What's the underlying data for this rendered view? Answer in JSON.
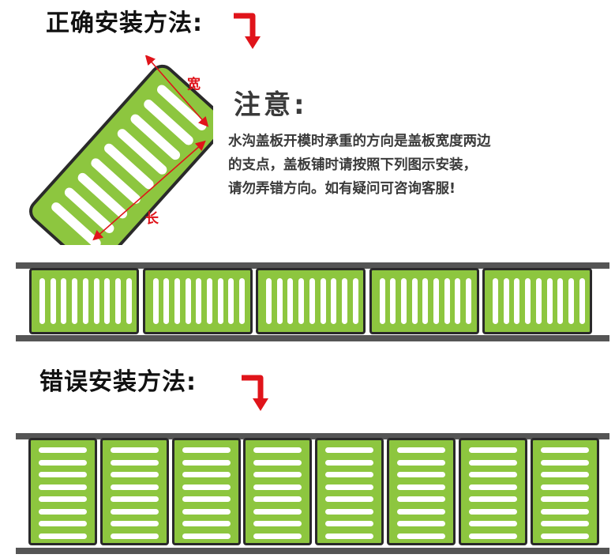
{
  "correct": {
    "heading": "正确安装方法:"
  },
  "diagram": {
    "width_label": "宽",
    "length_label": "长"
  },
  "note": {
    "title": "注意:",
    "lines": [
      "水沟盖板开模时承重的方向是盖板宽度两边",
      "的支点，盖板铺时请按照下列图示安装，",
      "请勿弄错方向。如有疑问可咨询客服!"
    ]
  },
  "wrong": {
    "heading": "错误安装方法:"
  },
  "colors": {
    "panel_green": "#8dc63f",
    "rail_gray": "#555555",
    "arrow_red": "#e0141a",
    "outline": "#2a2a2a"
  },
  "icons": [
    "down-turn-arrow-icon"
  ]
}
